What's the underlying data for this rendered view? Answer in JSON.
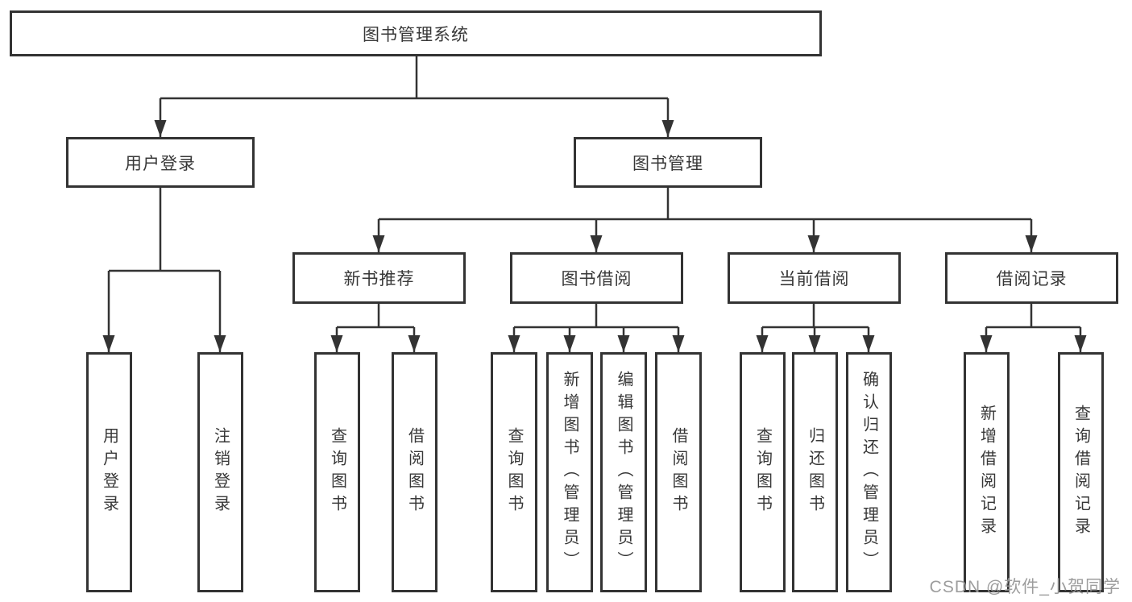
{
  "tree": {
    "label": "图书管理系统",
    "children": [
      {
        "label": "用户登录",
        "children": [
          {
            "label": "用户登录"
          },
          {
            "label": "注销登录"
          }
        ]
      },
      {
        "label": "图书管理",
        "children": [
          {
            "label": "新书推荐",
            "children": [
              {
                "label": "查询图书"
              },
              {
                "label": "借阅图书"
              }
            ]
          },
          {
            "label": "图书借阅",
            "children": [
              {
                "label": "查询图书"
              },
              {
                "label": "新增图书（管理员）"
              },
              {
                "label": "编辑图书（管理员）"
              },
              {
                "label": "借阅图书"
              }
            ]
          },
          {
            "label": "当前借阅",
            "children": [
              {
                "label": "查询图书"
              },
              {
                "label": "归还图书"
              },
              {
                "label": "确认归还（管理员）"
              }
            ]
          },
          {
            "label": "借阅记录",
            "children": [
              {
                "label": "新增借阅记录"
              },
              {
                "label": "查询借阅记录"
              }
            ]
          }
        ]
      }
    ]
  },
  "watermark": "CSDN @软件_小贺同学",
  "colors": {
    "line": "#333333",
    "text": "#383838",
    "box_background": "#ffffff",
    "watermark": "#989898"
  }
}
